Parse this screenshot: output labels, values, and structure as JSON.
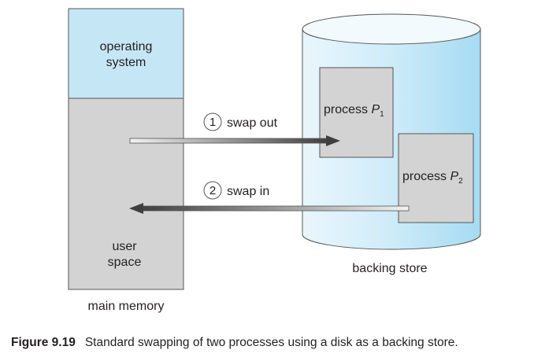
{
  "memory": {
    "os_line1": "operating",
    "os_line2": "system",
    "user_line1": "user",
    "user_line2": "space",
    "label": "main memory"
  },
  "backing_store": {
    "label": "backing store",
    "process1": {
      "text": "process ",
      "var": "P",
      "sub": "1"
    },
    "process2": {
      "text": "process ",
      "var": "P",
      "sub": "2"
    }
  },
  "swap_out": {
    "step": "1",
    "label": "swap out"
  },
  "swap_in": {
    "step": "2",
    "label": "swap in"
  },
  "caption": {
    "number": "Figure 9.19",
    "text": "Standard swapping of two processes using a disk as a backing store."
  },
  "colors": {
    "os_fill": "#c5e6f5",
    "user_fill": "#d3d3d3",
    "cylinder_light": "#e6f4fb",
    "cylinder_dark": "#a9dcf2",
    "process_fill": "#d3d3d3",
    "arrow_dark": "#4a4a4a"
  }
}
